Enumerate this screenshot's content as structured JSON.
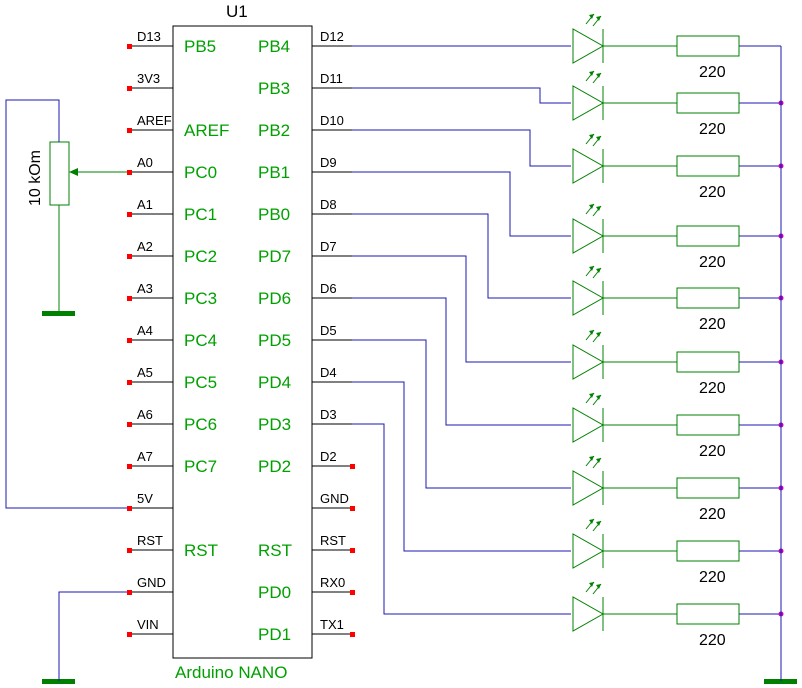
{
  "chip": {
    "ref": "U1",
    "name": "Arduino NANO",
    "left_pins": [
      {
        "pin": "D13",
        "port": "PB5"
      },
      {
        "pin": "3V3",
        "port": ""
      },
      {
        "pin": "AREF",
        "port": "AREF"
      },
      {
        "pin": "A0",
        "port": "PC0"
      },
      {
        "pin": "A1",
        "port": "PC1"
      },
      {
        "pin": "A2",
        "port": "PC2"
      },
      {
        "pin": "A3",
        "port": "PC3"
      },
      {
        "pin": "A4",
        "port": "PC4"
      },
      {
        "pin": "A5",
        "port": "PC5"
      },
      {
        "pin": "A6",
        "port": "PC6"
      },
      {
        "pin": "A7",
        "port": "PC7"
      },
      {
        "pin": "5V",
        "port": ""
      },
      {
        "pin": "RST",
        "port": "RST"
      },
      {
        "pin": "GND",
        "port": ""
      },
      {
        "pin": "VIN",
        "port": ""
      }
    ],
    "right_pins": [
      {
        "pin": "D12",
        "port": "PB4"
      },
      {
        "pin": "D11",
        "port": "PB3"
      },
      {
        "pin": "D10",
        "port": "PB2"
      },
      {
        "pin": "D9",
        "port": "PB1"
      },
      {
        "pin": "D8",
        "port": "PB0"
      },
      {
        "pin": "D7",
        "port": "PD7"
      },
      {
        "pin": "D6",
        "port": "PD6"
      },
      {
        "pin": "D5",
        "port": "PD5"
      },
      {
        "pin": "D4",
        "port": "PD4"
      },
      {
        "pin": "D3",
        "port": "PD3"
      },
      {
        "pin": "D2",
        "port": "PD2"
      },
      {
        "pin": "GND",
        "port": ""
      },
      {
        "pin": "RST",
        "port": "RST"
      },
      {
        "pin": "RX0",
        "port": "PD0"
      },
      {
        "pin": "TX1",
        "port": "PD1"
      }
    ]
  },
  "potentiometer": {
    "value": "10 kOm"
  },
  "resistors": [
    "220",
    "220",
    "220",
    "220",
    "220",
    "220",
    "220",
    "220",
    "220",
    "220"
  ],
  "colors": {
    "wire": "#1a1ab0",
    "component": "#008000",
    "port_text": "#00a000",
    "pin_end": "#ff0000",
    "junction": "#c000c0"
  }
}
